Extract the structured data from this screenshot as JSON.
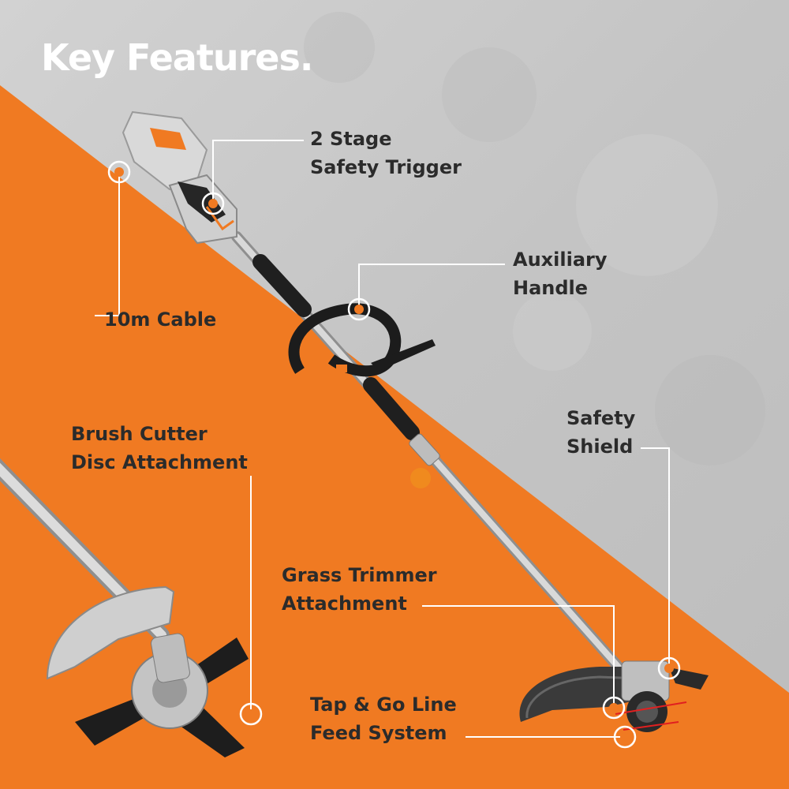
{
  "title": "Key Features.",
  "colors": {
    "orange": "#f07a22",
    "concrete": "#c9c9c9",
    "label_text": "#2b2b2b",
    "title_text": "#ffffff",
    "callout_line": "#ffffff"
  },
  "features": {
    "safety_trigger": {
      "line1": "2 Stage",
      "line2": "Safety Trigger"
    },
    "cable": {
      "line1": "10m Cable"
    },
    "auxiliary_handle": {
      "line1": "Auxiliary",
      "line2": "Handle"
    },
    "brush_cutter": {
      "line1": "Brush Cutter",
      "line2": "Disc Attachment"
    },
    "safety_shield": {
      "line1": "Safety",
      "line2": "Shield"
    },
    "grass_trimmer": {
      "line1": "Grass Trimmer",
      "line2": "Attachment"
    },
    "line_feed": {
      "line1": "Tap & Go Line",
      "line2": "Feed System"
    }
  }
}
